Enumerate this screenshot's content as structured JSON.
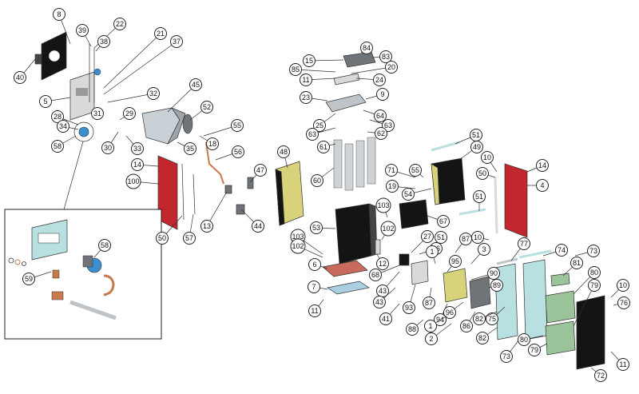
{
  "colors": {
    "panel_red": "#c1272d",
    "panel_black": "#141414",
    "panel_yellow": "#d8d27a",
    "panel_mint": "#b9e0e0",
    "panel_green": "#9cc49a",
    "tray_red": "#c96a5c",
    "grey_part": "#bfc4c9",
    "dark_grey": "#6f7478",
    "copper": "#c87a4d",
    "blue_part": "#3a8fd0"
  },
  "callouts": [
    {
      "n": "8"
    },
    {
      "n": "22"
    },
    {
      "n": "39"
    },
    {
      "n": "38"
    },
    {
      "n": "21"
    },
    {
      "n": "37"
    },
    {
      "n": "40"
    },
    {
      "n": "5"
    },
    {
      "n": "32"
    },
    {
      "n": "45"
    },
    {
      "n": "31"
    },
    {
      "n": "29"
    },
    {
      "n": "52"
    },
    {
      "n": "28"
    },
    {
      "n": "34"
    },
    {
      "n": "55"
    },
    {
      "n": "58"
    },
    {
      "n": "30"
    },
    {
      "n": "33"
    },
    {
      "n": "35"
    },
    {
      "n": "18"
    },
    {
      "n": "56"
    },
    {
      "n": "14"
    },
    {
      "n": "47"
    },
    {
      "n": "100"
    },
    {
      "n": "50"
    },
    {
      "n": "57"
    },
    {
      "n": "13"
    },
    {
      "n": "44"
    },
    {
      "n": "58"
    },
    {
      "n": "59"
    },
    {
      "n": "15"
    },
    {
      "n": "84"
    },
    {
      "n": "83"
    },
    {
      "n": "85"
    },
    {
      "n": "20"
    },
    {
      "n": "11"
    },
    {
      "n": "24"
    },
    {
      "n": "23"
    },
    {
      "n": "9"
    },
    {
      "n": "25"
    },
    {
      "n": "64"
    },
    {
      "n": "63"
    },
    {
      "n": "63"
    },
    {
      "n": "62"
    },
    {
      "n": "61"
    },
    {
      "n": "60"
    },
    {
      "n": "48"
    },
    {
      "n": "71"
    },
    {
      "n": "55"
    },
    {
      "n": "19"
    },
    {
      "n": "54"
    },
    {
      "n": "51"
    },
    {
      "n": "49"
    },
    {
      "n": "10"
    },
    {
      "n": "50"
    },
    {
      "n": "14"
    },
    {
      "n": "4"
    },
    {
      "n": "51"
    },
    {
      "n": "103"
    },
    {
      "n": "67"
    },
    {
      "n": "53"
    },
    {
      "n": "102"
    },
    {
      "n": "103"
    },
    {
      "n": "102"
    },
    {
      "n": "27"
    },
    {
      "n": "51"
    },
    {
      "n": "87"
    },
    {
      "n": "26"
    },
    {
      "n": "10"
    },
    {
      "n": "6"
    },
    {
      "n": "12"
    },
    {
      "n": "68"
    },
    {
      "n": "1"
    },
    {
      "n": "3"
    },
    {
      "n": "95"
    },
    {
      "n": "77"
    },
    {
      "n": "74"
    },
    {
      "n": "73"
    },
    {
      "n": "81"
    },
    {
      "n": "80"
    },
    {
      "n": "79"
    },
    {
      "n": "90"
    },
    {
      "n": "89"
    },
    {
      "n": "7"
    },
    {
      "n": "43"
    },
    {
      "n": "93"
    },
    {
      "n": "87"
    },
    {
      "n": "43"
    },
    {
      "n": "94"
    },
    {
      "n": "41"
    },
    {
      "n": "88"
    },
    {
      "n": "96"
    },
    {
      "n": "86"
    },
    {
      "n": "75"
    },
    {
      "n": "10"
    },
    {
      "n": "11"
    },
    {
      "n": "76"
    },
    {
      "n": "1"
    },
    {
      "n": "2"
    },
    {
      "n": "82"
    },
    {
      "n": "82"
    },
    {
      "n": "73"
    },
    {
      "n": "80"
    },
    {
      "n": "79"
    },
    {
      "n": "72"
    },
    {
      "n": "11"
    }
  ]
}
